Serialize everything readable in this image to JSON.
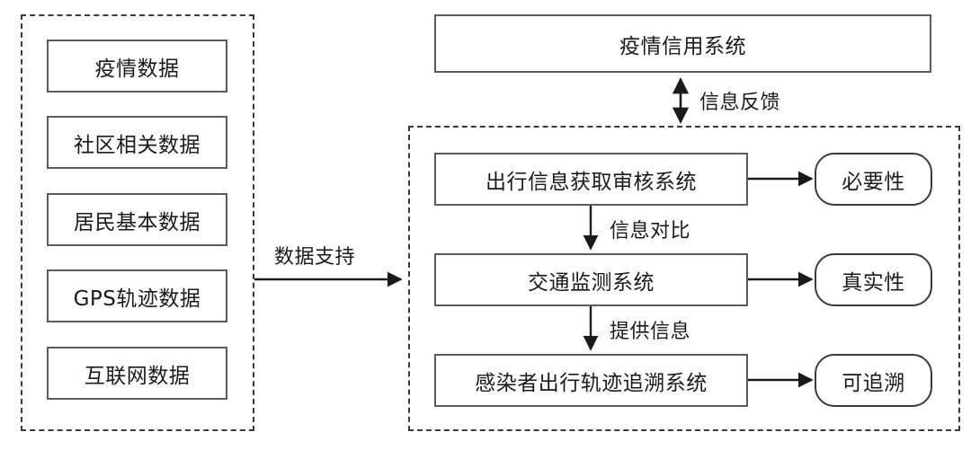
{
  "diagram": {
    "title_node": {
      "label": "疫情信用系统"
    },
    "data_sources_group": {
      "name": "data-sources-group",
      "items": [
        {
          "label": "疫情数据"
        },
        {
          "label": "社区相关数据"
        },
        {
          "label": "居民基本数据"
        },
        {
          "label": "GPS轨迹数据"
        },
        {
          "label": "互联网数据"
        }
      ]
    },
    "systems_group": {
      "name": "systems-group",
      "rows": [
        {
          "system": "出行信息获取审核系统",
          "attribute": "必要性"
        },
        {
          "system": "交通监测系统",
          "attribute": "真实性"
        },
        {
          "system": "感染者出行轨迹追溯系统",
          "attribute": "可追溯"
        }
      ]
    },
    "edges": {
      "data_support": "数据支持",
      "information_feedback": "信息反馈",
      "information_comparison": "信息对比",
      "provide_information": "提供信息"
    },
    "colors": {
      "stroke": "#3a3a3a",
      "node_border": "#5b5b5b",
      "text": "#1a1a1a",
      "background": "#ffffff"
    }
  }
}
